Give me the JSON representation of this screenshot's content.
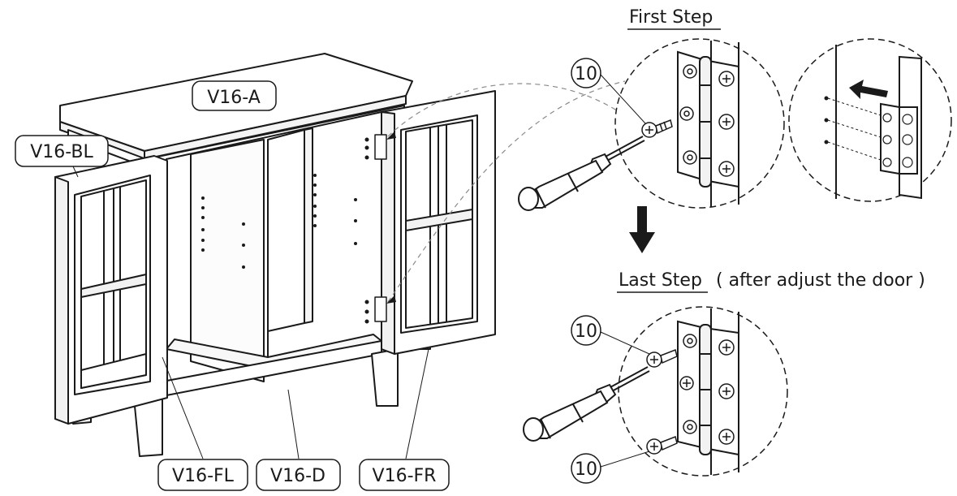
{
  "parts": {
    "top": "V16-A",
    "left_back": "V16-BL",
    "front_left": "V16-FL",
    "bottom": "V16-D",
    "front_right": "V16-FR"
  },
  "steps": {
    "first": "First Step",
    "last": "Last Step",
    "last_note": "( after adjust the door )"
  },
  "screw_callouts": [
    "10",
    "10",
    "10"
  ],
  "colors": {
    "line": "#1a1a1a",
    "dash": "#8a8a8a",
    "fill": "#ffffff"
  }
}
